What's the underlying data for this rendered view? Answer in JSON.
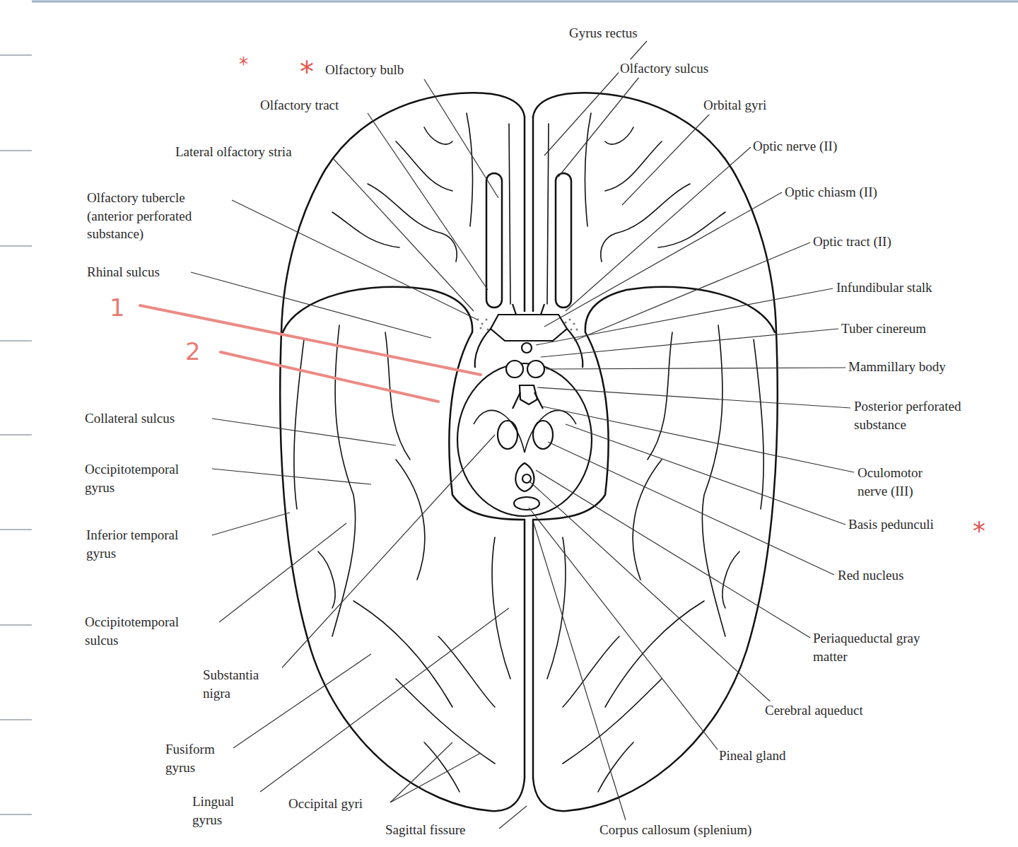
{
  "diagram": {
    "labels": [
      "*",
      "*",
      "Olfactory bulb",
      "Gyrus rectus",
      "Olfactory sulcus",
      "Olfactory tract",
      "Orbital gyri",
      "Optic nerve (II)",
      "Lateral olfactory stria",
      "Optic chiasm (II)",
      "Olfactory tubercle (anterior perforated substance)",
      "Optic tract (II)",
      "Rhinal sulcus",
      "Infundibular stalk",
      "1",
      "Tuber cinereum",
      "2",
      "Mammillary body",
      "Posterior perforated substance",
      "Collateral sulcus",
      "Occipitotemporal gyrus",
      "Oculomotor nerve (III)",
      "Basis pedunculi",
      "*",
      "Inferior temporal gyrus",
      "Red nucleus",
      "Occipitotemporal sulcus",
      "Periaqueductal gray matter",
      "Substantia nigra",
      "Cerebral aqueduct",
      "Fusiform gyrus",
      "Pineal gland",
      "Lingual gyrus",
      "Occipital gyri",
      "Corpus callosum (splenium)",
      "Sagittal fissure"
    ]
  }
}
